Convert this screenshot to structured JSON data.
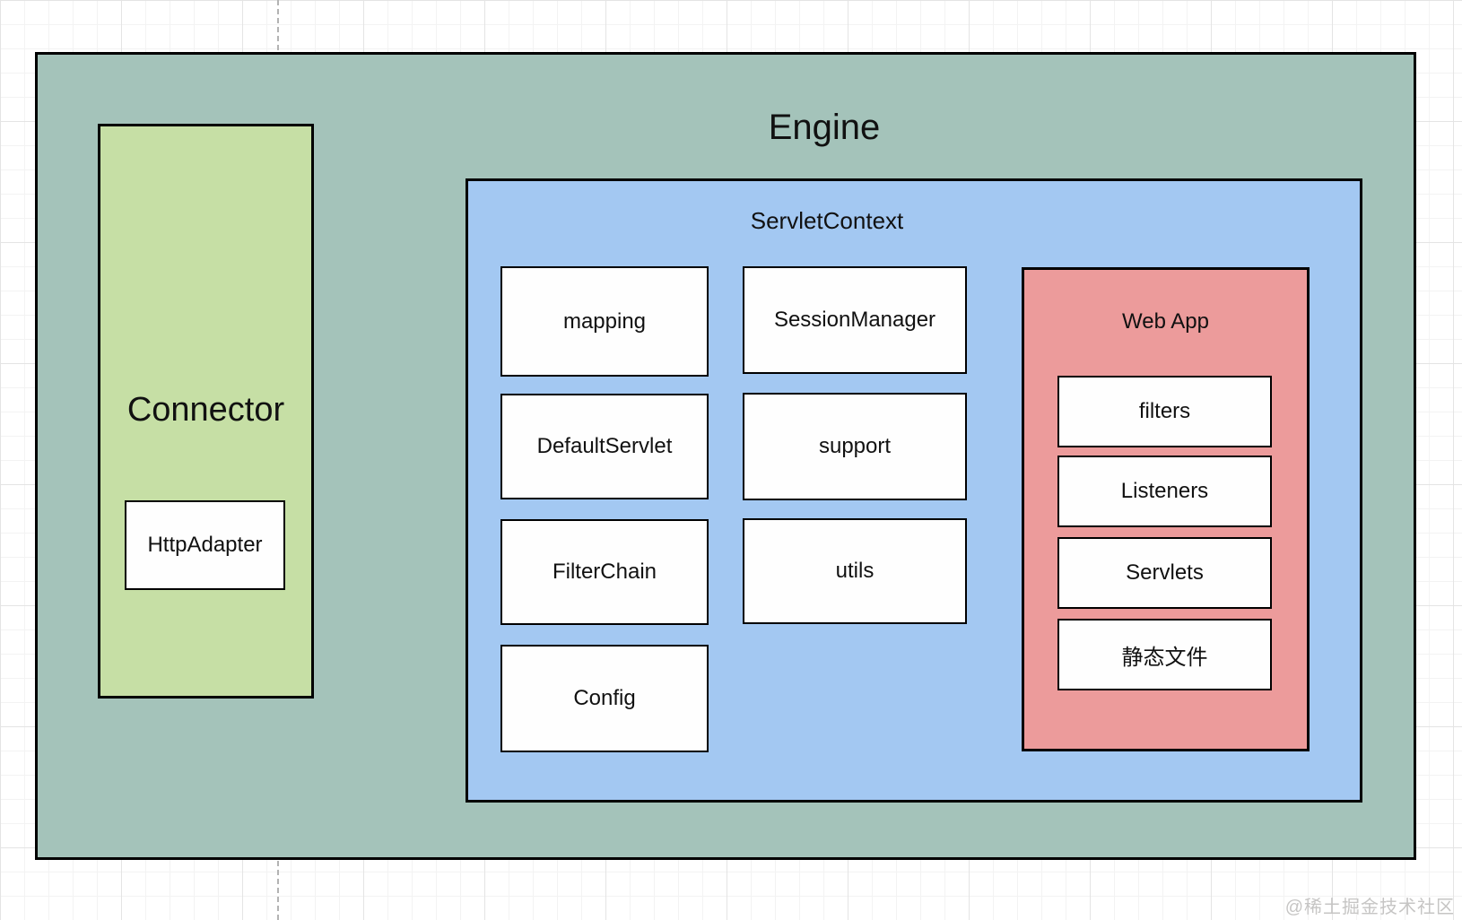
{
  "diagram": {
    "engine": {
      "label": "Engine"
    },
    "connector": {
      "label": "Connector",
      "adapter_label": "HttpAdapter"
    },
    "servlet_context": {
      "label": "ServletContext",
      "column1": [
        "mapping",
        "DefaultServlet",
        "FilterChain",
        "Config"
      ],
      "column2": [
        "SessionManager",
        "support",
        "utils"
      ],
      "web_app": {
        "label": "Web App",
        "items": [
          "filters",
          "Listeners",
          "Servlets",
          "静态文件"
        ]
      }
    },
    "watermark": "@稀土掘金技术社区",
    "colors": {
      "engine_fill": "#a4c3ba",
      "connector_fill": "#c6dfa5",
      "servlet_context_fill": "#a3c8f2",
      "web_app_fill": "#ec9b9b",
      "node_fill": "#fefefe",
      "border": "#000000",
      "grid_line": "#e4e4e4",
      "guide_line": "#b3b3b3",
      "watermark_text": "#c6c5c4"
    }
  }
}
